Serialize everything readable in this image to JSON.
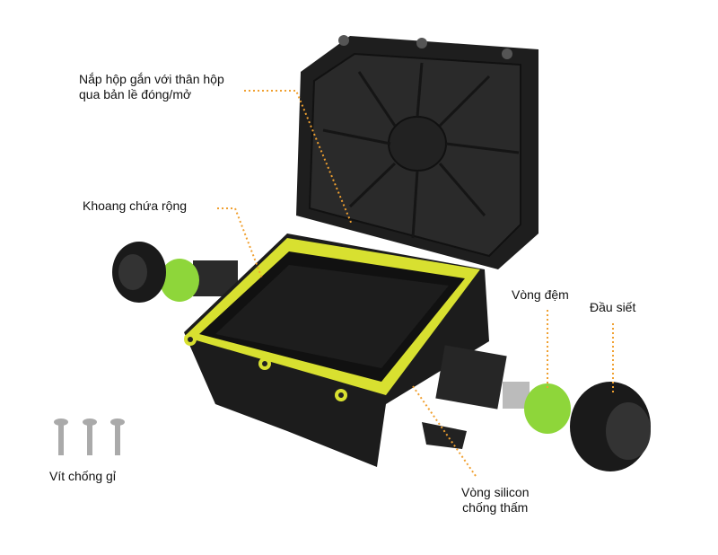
{
  "labels": {
    "lid_line1": "Nắp hộp gắn với thân hộp",
    "lid_line2": "qua bản lề đóng/mở",
    "chamber": "Khoang chứa rộng",
    "gasket_ring": "Vòng đệm",
    "gland_head": "Đầu siết",
    "silicone_line1": "Vòng silicon",
    "silicone_line2": "chống thấm",
    "screws": "Vít chống gỉ"
  },
  "colors": {
    "leader": "#f0a030",
    "body": "#1c1c1c",
    "seal": "#d8e030",
    "ring": "#8ed63a"
  }
}
